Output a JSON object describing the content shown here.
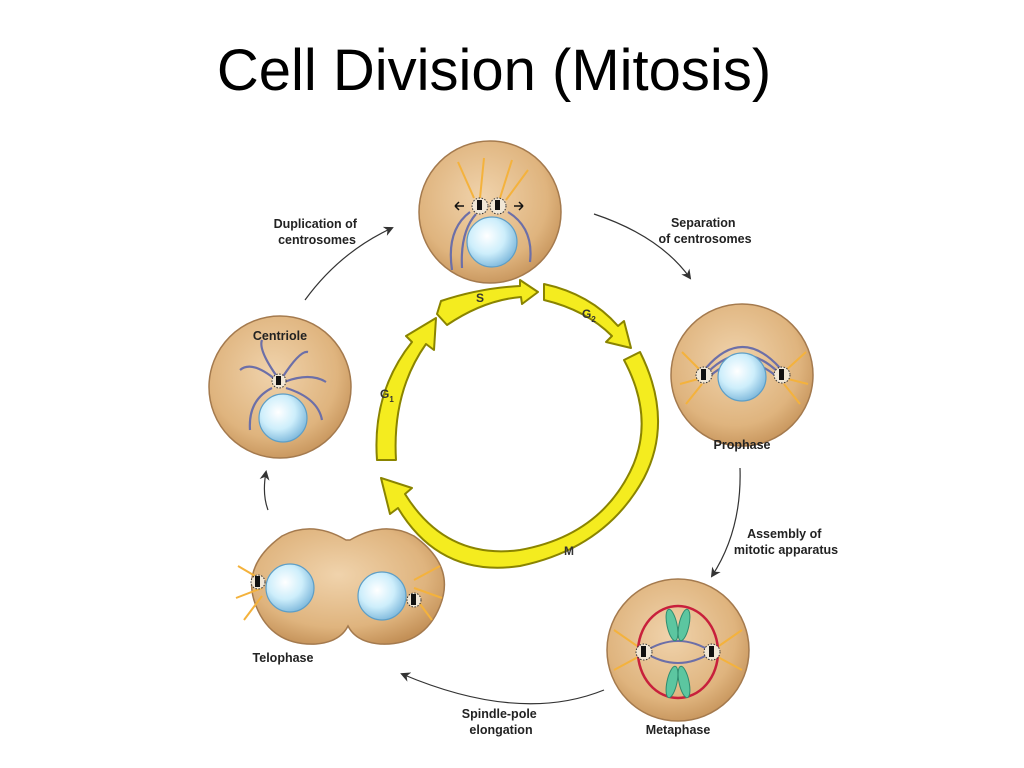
{
  "title": "Cell Division (Mitosis)",
  "colors": {
    "cell_fill": "#dfb47e",
    "cell_edge": "#a47a4e",
    "nucleus": "#bfe6f7",
    "cycle_arrow": "#f4ec1f",
    "cycle_edge": "#8a8400",
    "aster": "#f4b23c",
    "spindle": "#6c6fa8",
    "chromosome": "#5cc6a0",
    "metaphase_ring": "#c8203c"
  },
  "cycle": {
    "phases": [
      "S",
      "G",
      "G",
      "M"
    ],
    "s_label": "S",
    "g2_label": "G",
    "g2_sub": "2",
    "g1_label": "G",
    "g1_sub": "1",
    "m_label": "M"
  },
  "cells": {
    "top": {
      "icon": "cell-centrosome-duplicated"
    },
    "centriole": {
      "label": "Centriole"
    },
    "prophase": {
      "label": "Prophase"
    },
    "metaphase": {
      "label": "Metaphase"
    },
    "telophase": {
      "label": "Telophase"
    }
  },
  "transitions": {
    "duplication": [
      "Duplication of",
      "centrosomes"
    ],
    "separation": [
      "Separation",
      "of centrosomes"
    ],
    "assembly": [
      "Assembly of",
      "mitotic apparatus"
    ],
    "elongation": [
      "Spindle-pole",
      "elongation"
    ]
  }
}
